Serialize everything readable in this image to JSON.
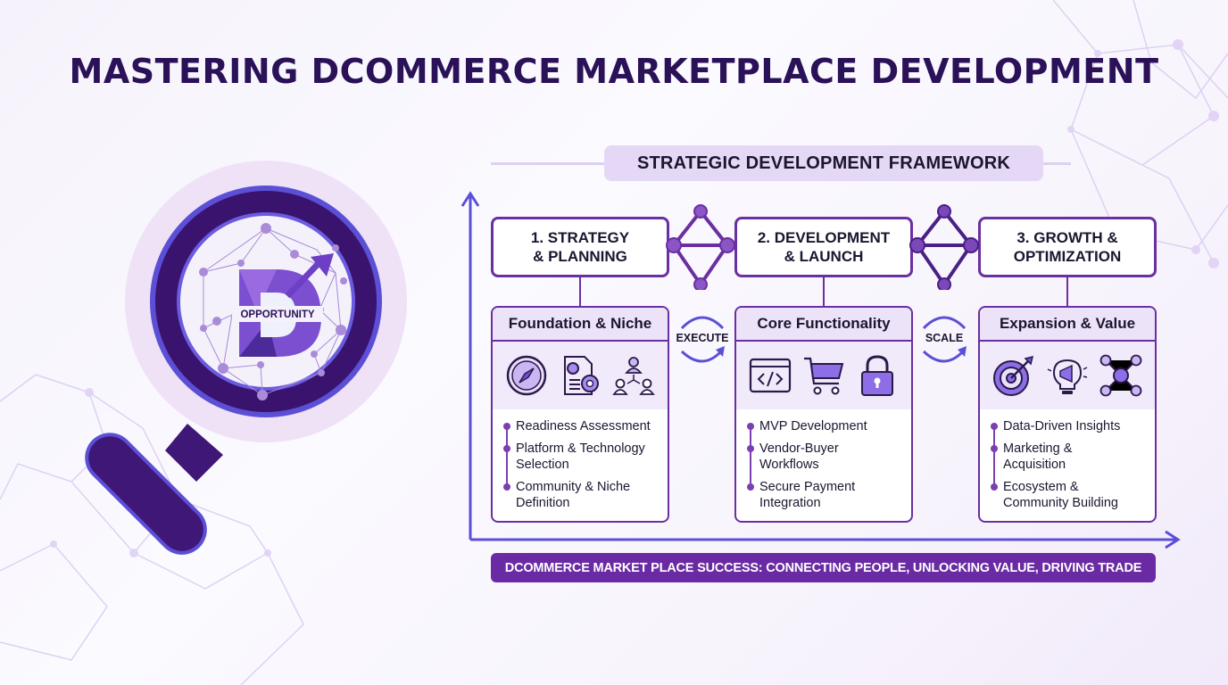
{
  "title": "MASTERING DCOMMERCE MARKETPLACE DEVELOPMENT",
  "magnifier": {
    "logo_letter": "D",
    "logo_label": "OPPORTUNITY",
    "icon": "magnifying-glass-icon"
  },
  "framework": {
    "title": "STRATEGIC DEVELOPMENT FRAMEWORK",
    "phases": [
      {
        "label": "1. STRATEGY\n& PLANNING",
        "card": {
          "title": "Foundation & Niche",
          "icons": [
            "compass-icon",
            "document-gears-icon",
            "network-people-icon"
          ],
          "items": [
            "Readiness Assessment",
            "Platform & Technology\nSelection",
            "Community & Niche\nDefinition"
          ]
        }
      },
      {
        "label": "2. DEVELOPMENT\n& LAUNCH",
        "card": {
          "title": "Core Functionality",
          "icons": [
            "code-window-icon",
            "shopping-cart-icon",
            "padlock-icon"
          ],
          "items": [
            "MVP Development",
            "Vendor-Buyer\nWorkflows",
            "Secure Payment\nIntegration"
          ]
        }
      },
      {
        "label": "3. GROWTH &\nOPTIMIZATION",
        "card": {
          "title": "Expansion & Value",
          "icons": [
            "target-arrow-icon",
            "lightbulb-megaphone-icon",
            "user-network-icon"
          ],
          "items": [
            "Data-Driven Insights",
            "Marketing &\nAcquisition",
            "Ecosystem &\nCommunity Building"
          ]
        }
      }
    ],
    "transitions": [
      "EXECUTE",
      "SCALE"
    ]
  },
  "banner": "DCOMMERCE MARKET PLACE SUCCESS: CONNECTING PEOPLE, UNLOCKING VALUE, DRIVING TRADE",
  "colors": {
    "title": "#2a1158",
    "accent": "#6a2fa0",
    "axis": "#5b4fd6",
    "banner": "#6a2aa3",
    "card_header": "#ece3f8"
  }
}
